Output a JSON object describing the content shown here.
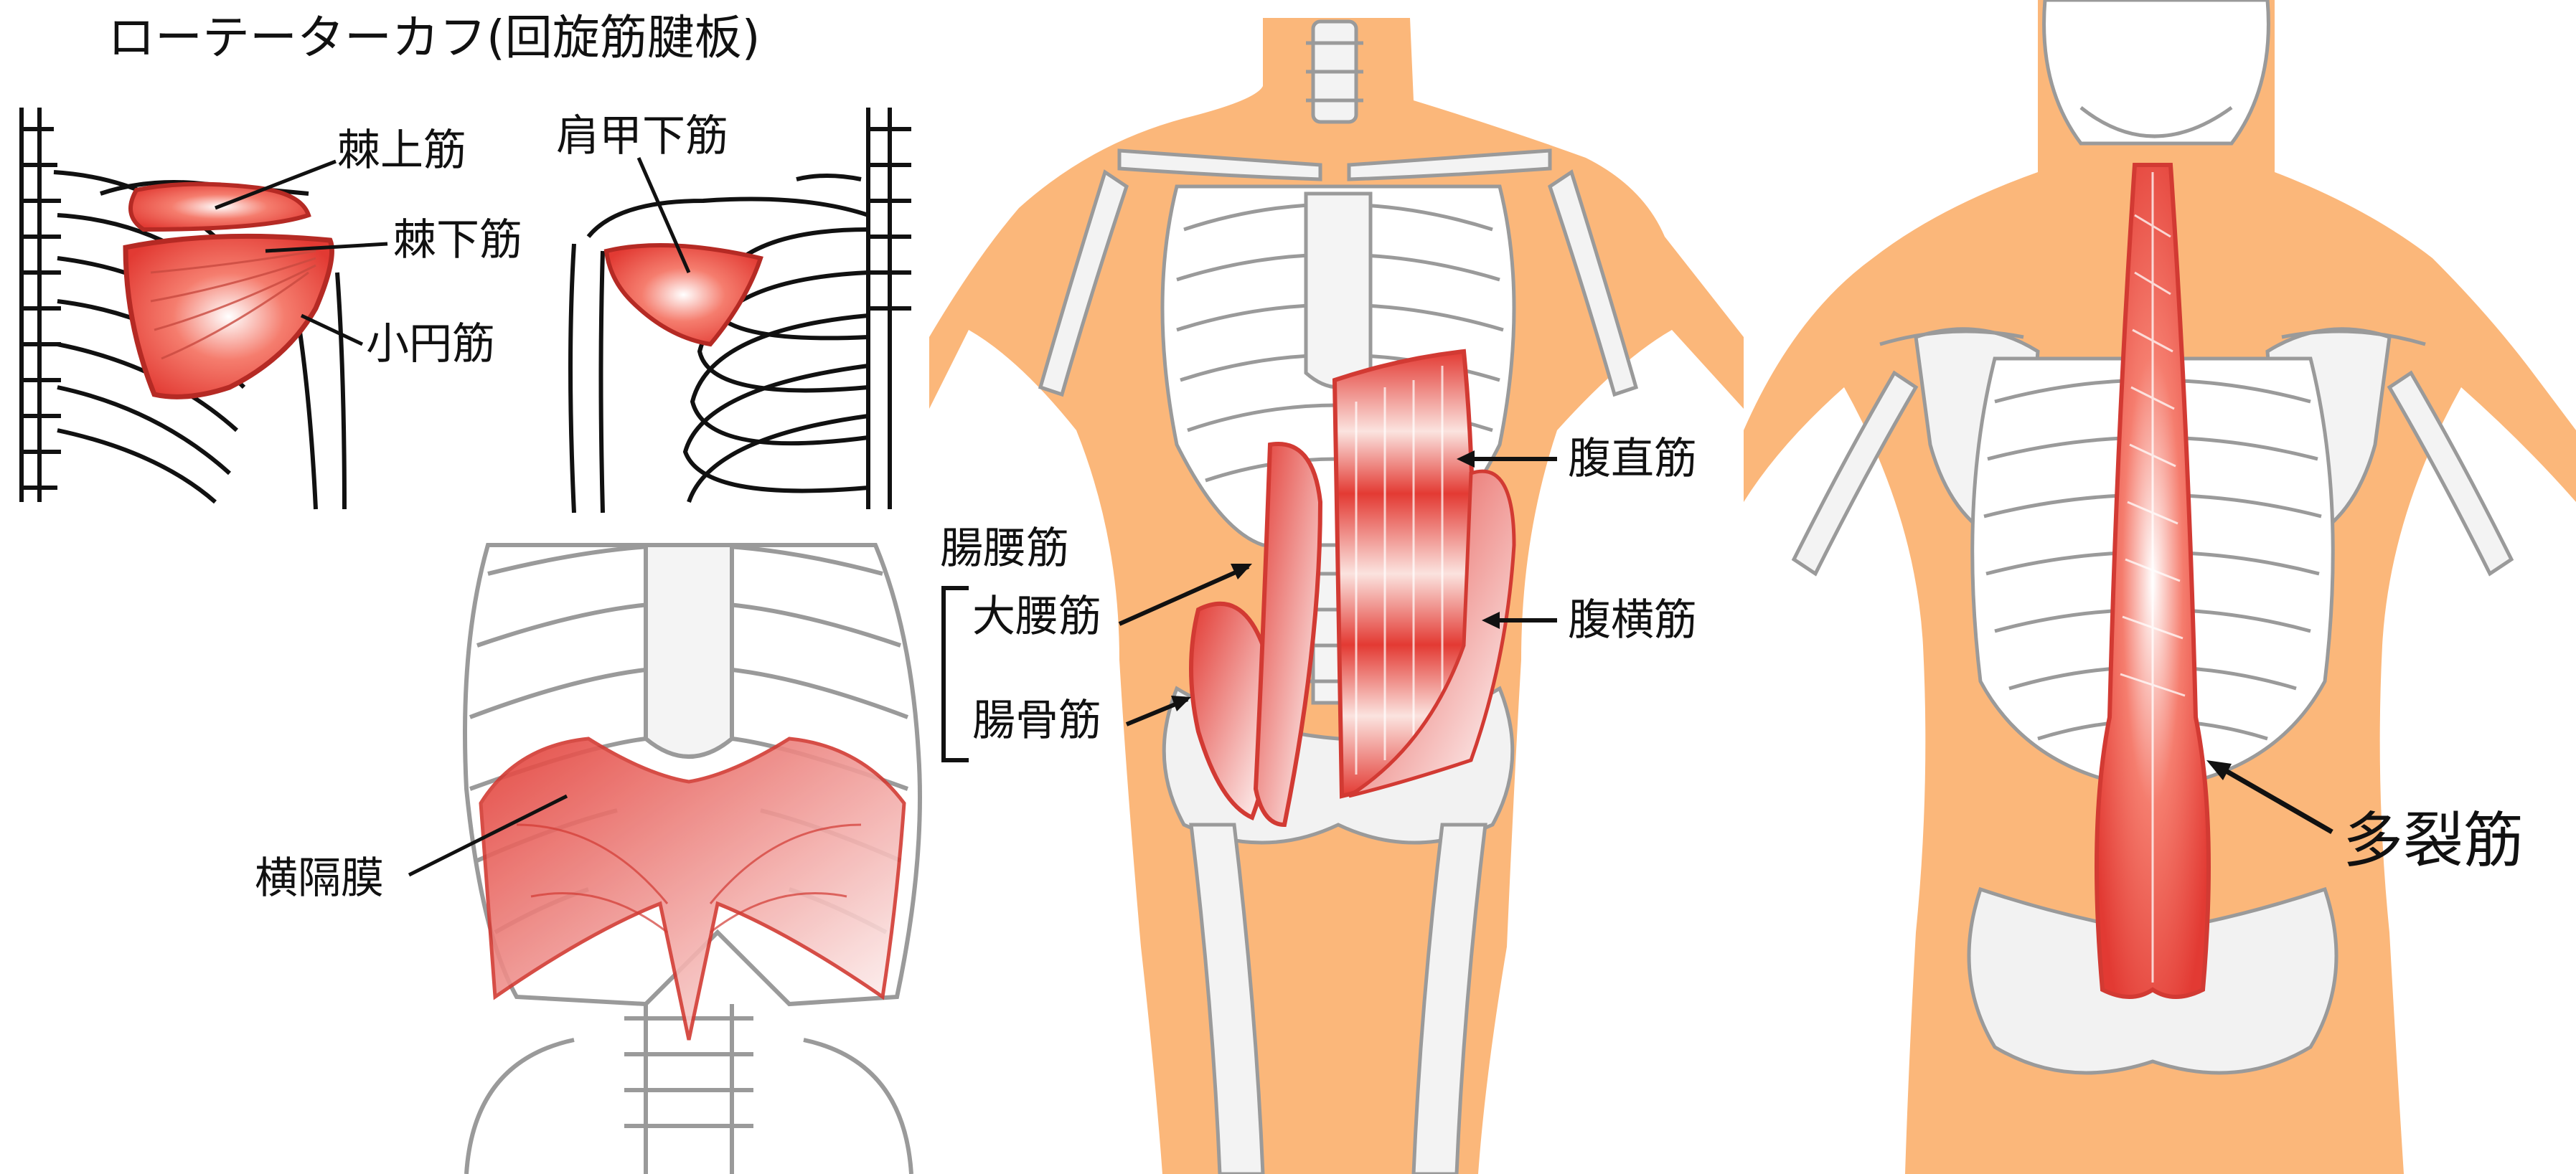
{
  "rotator_cuff": {
    "title": "ローテーターカフ(回旋筋腱板)",
    "supraspinatus": "棘上筋",
    "infraspinatus": "棘下筋",
    "teres_minor": "小円筋",
    "subscapularis": "肩甲下筋"
  },
  "diaphragm": {
    "label": "横隔膜"
  },
  "front_core": {
    "iliopsoas_group": "腸腰筋",
    "psoas_major": "大腰筋",
    "iliacus": "腸骨筋",
    "rectus_abdominis": "腹直筋",
    "transversus_abdominis": "腹横筋"
  },
  "back_core": {
    "multifidus": "多裂筋"
  },
  "colors": {
    "muscle_red": "#e8493f",
    "muscle_light": "#f7a79c",
    "skin_orange": "#fbb77a",
    "bone_white": "#f2f2f2",
    "bone_outline": "#9a9a9a",
    "ink": "#111111"
  }
}
